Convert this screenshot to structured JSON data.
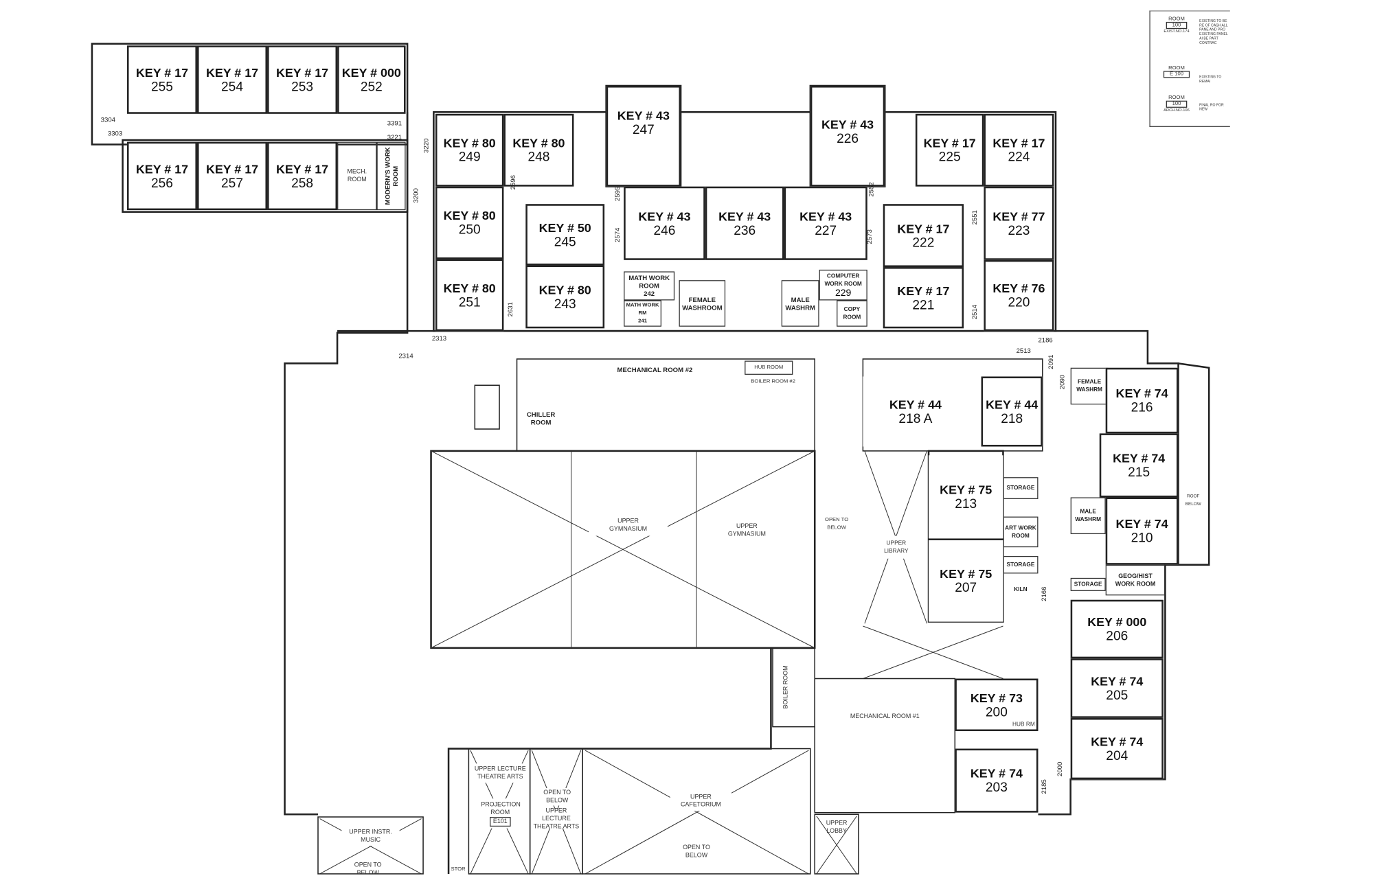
{
  "rooms": {
    "r255": {
      "key": "KEY # 17",
      "num": "255"
    },
    "r254": {
      "key": "KEY # 17",
      "num": "254"
    },
    "r253": {
      "key": "KEY # 17",
      "num": "253"
    },
    "r252": {
      "key": "KEY # 000",
      "num": "252"
    },
    "r256": {
      "key": "KEY # 17",
      "num": "256"
    },
    "r257": {
      "key": "KEY # 17",
      "num": "257"
    },
    "r258": {
      "key": "KEY # 17",
      "num": "258"
    },
    "r249": {
      "key": "KEY # 80",
      "num": "249"
    },
    "r248": {
      "key": "KEY # 80",
      "num": "248"
    },
    "r247": {
      "key": "KEY # 43",
      "num": "247"
    },
    "r250": {
      "key": "KEY # 80",
      "num": "250"
    },
    "r245": {
      "key": "KEY # 50",
      "num": "245"
    },
    "r251": {
      "key": "KEY # 80",
      "num": "251"
    },
    "r243": {
      "key": "KEY # 80",
      "num": "243"
    },
    "r246": {
      "key": "KEY # 43",
      "num": "246"
    },
    "r236": {
      "key": "KEY # 43",
      "num": "236"
    },
    "r227": {
      "key": "KEY # 43",
      "num": "227"
    },
    "r226": {
      "key": "KEY # 43",
      "num": "226"
    },
    "r225": {
      "key": "KEY # 17",
      "num": "225"
    },
    "r224": {
      "key": "KEY # 17",
      "num": "224"
    },
    "r222": {
      "key": "KEY # 17",
      "num": "222"
    },
    "r223": {
      "key": "KEY # 77",
      "num": "223"
    },
    "r221": {
      "key": "KEY # 17",
      "num": "221"
    },
    "r220": {
      "key": "KEY # 76",
      "num": "220"
    },
    "r218a": {
      "key": "KEY # 44",
      "num": "218 A"
    },
    "r218": {
      "key": "KEY # 44",
      "num": "218"
    },
    "r216": {
      "key": "KEY # 74",
      "num": "216"
    },
    "r215": {
      "key": "KEY # 74",
      "num": "215"
    },
    "r210": {
      "key": "KEY # 74",
      "num": "210"
    },
    "r213": {
      "key": "KEY # 75",
      "num": "213"
    },
    "r207": {
      "key": "KEY # 75",
      "num": "207"
    },
    "r206": {
      "key": "KEY # 000",
      "num": "206"
    },
    "r205": {
      "key": "KEY # 74",
      "num": "205"
    },
    "r204": {
      "key": "KEY # 74",
      "num": "204"
    },
    "r200": {
      "key": "KEY # 73",
      "num": "200"
    },
    "r203": {
      "key": "KEY # 74",
      "num": "203"
    }
  },
  "labels": {
    "mech_room": "MECH. ROOM",
    "moderns_work_room": "MODERN'S WORK ROOM",
    "math_work_room": "MATH WORK ROOM",
    "math_work_room_num": "242",
    "math_work_rm": "MATH WORK RM",
    "math_work_rm_num": "241",
    "female_washroom": "FEMALE WASHROOM",
    "male_washrm": "MALE WASHRM",
    "computer_work_room": "COMPUTER WORK ROOM",
    "computer_work_room_num": "229",
    "copy_room": "COPY ROOM",
    "chiller_room": "CHILLER ROOM",
    "mechanical_room_2": "MECHANICAL ROOM #2",
    "hub_room": "HUB ROOM",
    "boiler_room_2": "BOILER ROOM #2",
    "upper_gym_1": "UPPER GYMNASIUM",
    "upper_gym_2": "UPPER GYMNASIUM",
    "open_to_below": "OPEN TO BELOW",
    "upper_library": "UPPER LIBRARY",
    "storage_1": "STORAGE",
    "art_work_room": "ART WORK ROOM",
    "storage_2": "STORAGE",
    "kiln": "KILN",
    "female_washrm": "FEMALE WASHRM",
    "male_washrm_2": "MALE WASHRM",
    "storage_3": "STORAGE",
    "geog_hist": "GEOG/HIST WORK ROOM",
    "hub_rm": "HUB RM",
    "mechanical_room_1": "MECHANICAL ROOM #1",
    "boiler_room": "BOILER ROOM",
    "upper_lecture_1": "UPPER LECTURE THEATRE ARTS",
    "projection_room": "PROJECTION ROOM",
    "projection_num": "E101",
    "open_to_below_2": "OPEN TO BELOW",
    "upper_lecture_2": "UPPER LECTURE THEATRE ARTS",
    "upper_cafetorium": "UPPER CAFETORIUM",
    "open_to_below_3": "OPEN TO BELOW",
    "upper_lobby": "UPPER LOBBY",
    "upper_instr_music": "UPPER INSTR. MUSIC",
    "open_to_below_4": "OPEN TO BELOW",
    "stor": "STOR",
    "roof_below": "ROOF BELOW"
  },
  "corridors": [
    "3304",
    "3303",
    "3391",
    "3221",
    "3220",
    "3200",
    "2596",
    "2595",
    "2574",
    "2631",
    "2313",
    "2314",
    "2552",
    "2573",
    "2551",
    "2514",
    "2186",
    "2513",
    "2091",
    "2090",
    "2166",
    "2185",
    "2000"
  ],
  "legend": {
    "room1": "ROOM",
    "room1_box": "100",
    "room1_sub": "EXIST.NO.174",
    "room1_note": "EXISTING TO BE RE OF CASH ALL PANE AND PRO EXISTING PANEL AI BE PART CONTRAC",
    "room2": "ROOM",
    "room2_box": "E 100",
    "room2_note": "EXISTING TO REMAI",
    "room3": "ROOM",
    "room3_box": "100",
    "room3_sub": "ARCH.NO.106",
    "room3_note": "FINAL RO FOR NEW"
  }
}
